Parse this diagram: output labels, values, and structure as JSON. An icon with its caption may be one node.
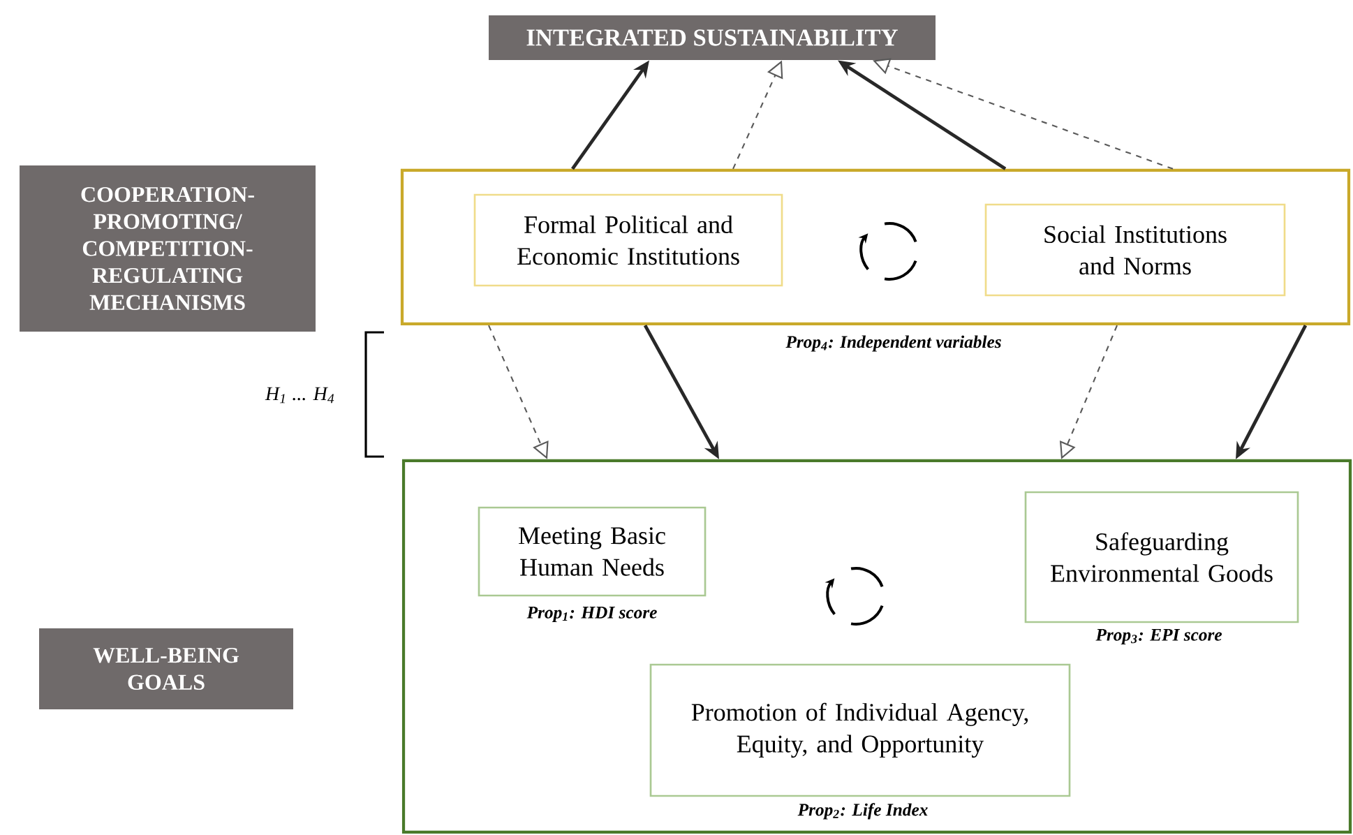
{
  "diagram": {
    "nodes": [
      {
        "text": [
          "INTEGRATED SUSTAINABILITY"
        ]
      },
      {
        "text": [
          "COOPERATION-PROMOTING/ COMPETITION-REGULATING MECHANISMS"
        ]
      },
      {
        "text": [],
        "shape": "box",
        "beside": [
          "Prop$_{4}$: Independent variables"
        ]
      },
      {
        "text": [
          "Formal Political and Economic Institutions"
        ],
        "in": 2
      },
      {
        "text": [
          "Social Institutions and Norms"
        ],
        "in": 2
      },
      {
        "text": [
          "WELL-BEING GOALS"
        ]
      },
      {
        "text": [],
        "shape": "box"
      },
      {
        "text": [
          "Meeting Basic Human Needs"
        ],
        "in": 6,
        "beside": [
          "Prop$_{1}$: HDI score"
        ]
      },
      {
        "text": [
          "Safeguarding Environmental Goods"
        ],
        "in": 6,
        "beside": [
          "Prop$_{3}$: EPI score"
        ]
      },
      {
        "text": [
          "Promotion of Individual Agency, Equity, and Opportunity"
        ],
        "in": 6,
        "beside": [
          "Prop$_{2}$: Life Index"
        ]
      }
    ],
    "edges": [
      {
        "from": 2,
        "to": 0,
        "arrow": "to"
      },
      {
        "from": 2,
        "to": 0,
        "arrow": "to",
        "style": "dashed"
      },
      {
        "from": 2,
        "to": 0,
        "arrow": "to"
      },
      {
        "from": 2,
        "to": 0,
        "arrow": "to",
        "style": "dashed"
      },
      {
        "from": 2,
        "to": 6,
        "arrow": "to",
        "style": "dashed"
      },
      {
        "from": 2,
        "to": 6,
        "arrow": "to"
      },
      {
        "from": 2,
        "to": 6,
        "arrow": "to",
        "style": "dashed"
      },
      {
        "from": 2,
        "to": 6,
        "arrow": "to"
      }
    ],
    "labels": [
      "H$_{1}$ ... H$_{4}$"
    ]
  }
}
